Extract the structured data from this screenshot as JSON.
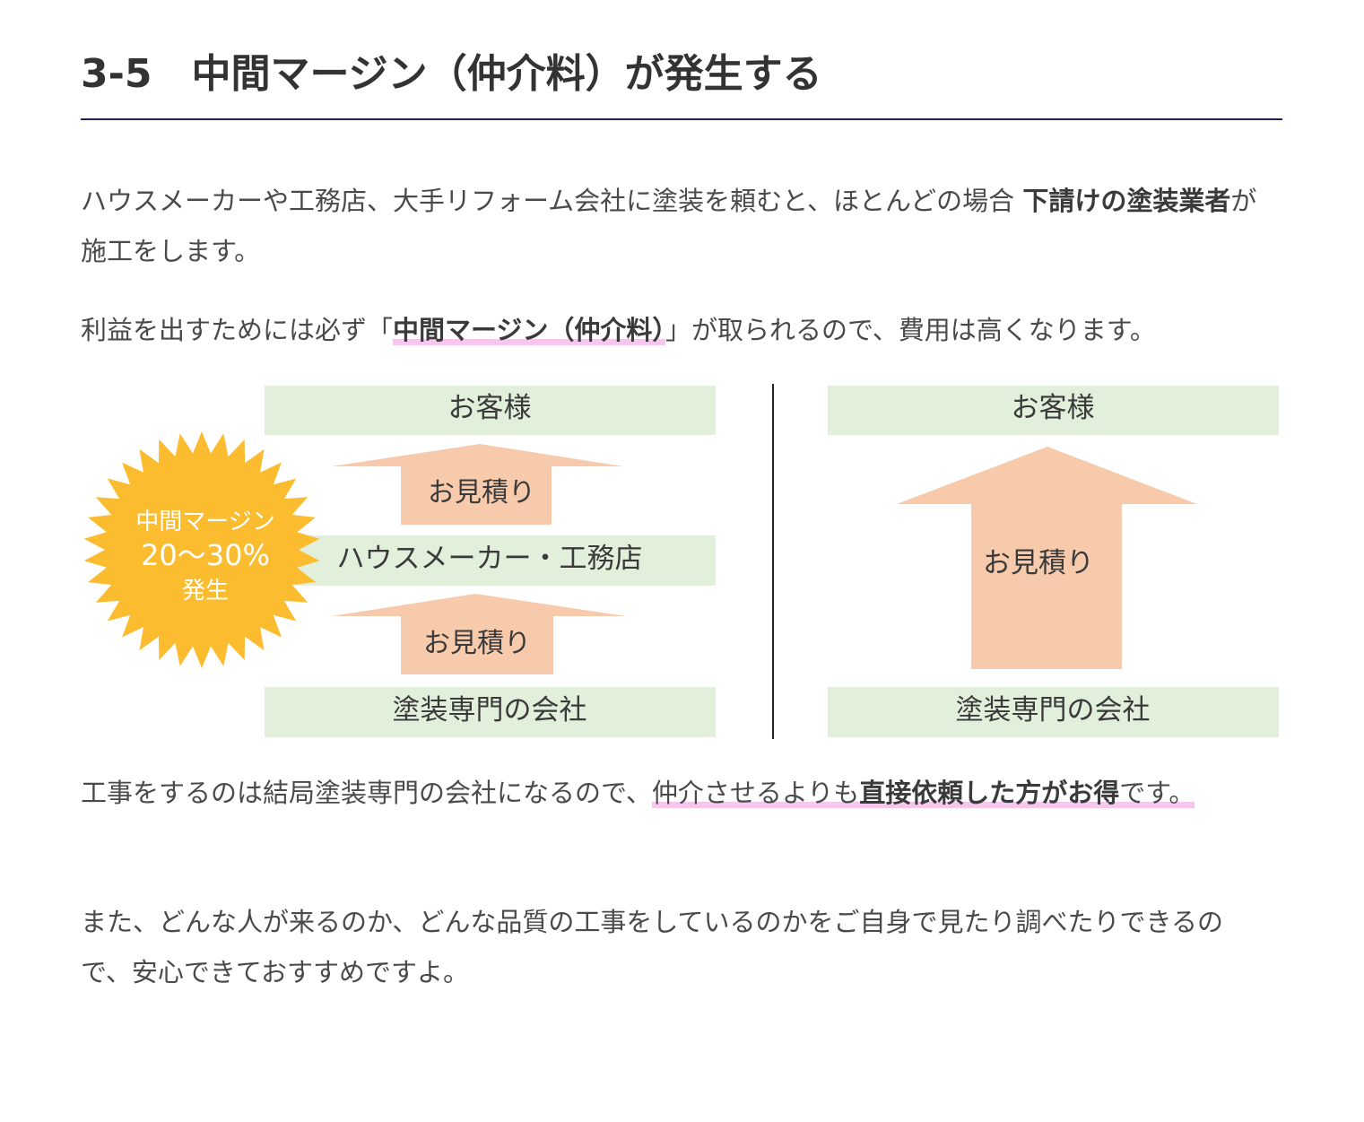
{
  "heading": {
    "number": "3-5",
    "title": "中間マージン（仲介料）が発生する"
  },
  "para1": {
    "text1": "ハウスメーカーや工務店、大手リフォーム会社に塗装を頼むと、ほとんどの場合",
    "bold1": "下請けの塗装業者",
    "text2": "が施工をします。"
  },
  "para2": {
    "text1": "利益を出すためには必ず「",
    "bold1": "中間マージン（仲介料）",
    "text2": "」が取られるので、費用は高くなります。"
  },
  "figure": {
    "left": {
      "customer": "お客様",
      "estimate_upper": "お見積り",
      "middleman": "ハウスメーカー・工務店",
      "estimate_lower": "お見積り",
      "painter": "塗装専門の会社"
    },
    "right": {
      "customer": "お客様",
      "estimate": "お見積り",
      "painter": "塗装専門の会社"
    },
    "burst": {
      "line1": "中間マージン",
      "line2": "20～30%",
      "line3": "発生"
    },
    "colors": {
      "box": "#e2efda",
      "arrow": "#f7caac",
      "burst": "#fbbc2f",
      "divider": "#222222"
    }
  },
  "para3": {
    "text1": "工事をするのは結局塗装専門の会社になるので、",
    "mark1": "仲介させるよりも",
    "bold1": "直接依頼した方がお得",
    "mark2": "です。"
  },
  "para4": {
    "text1": "また、どんな人が来るのか、どんな品質の工事をしているのかをご自身で見たり調べたりできるので、安心できておすすめですよ。"
  }
}
